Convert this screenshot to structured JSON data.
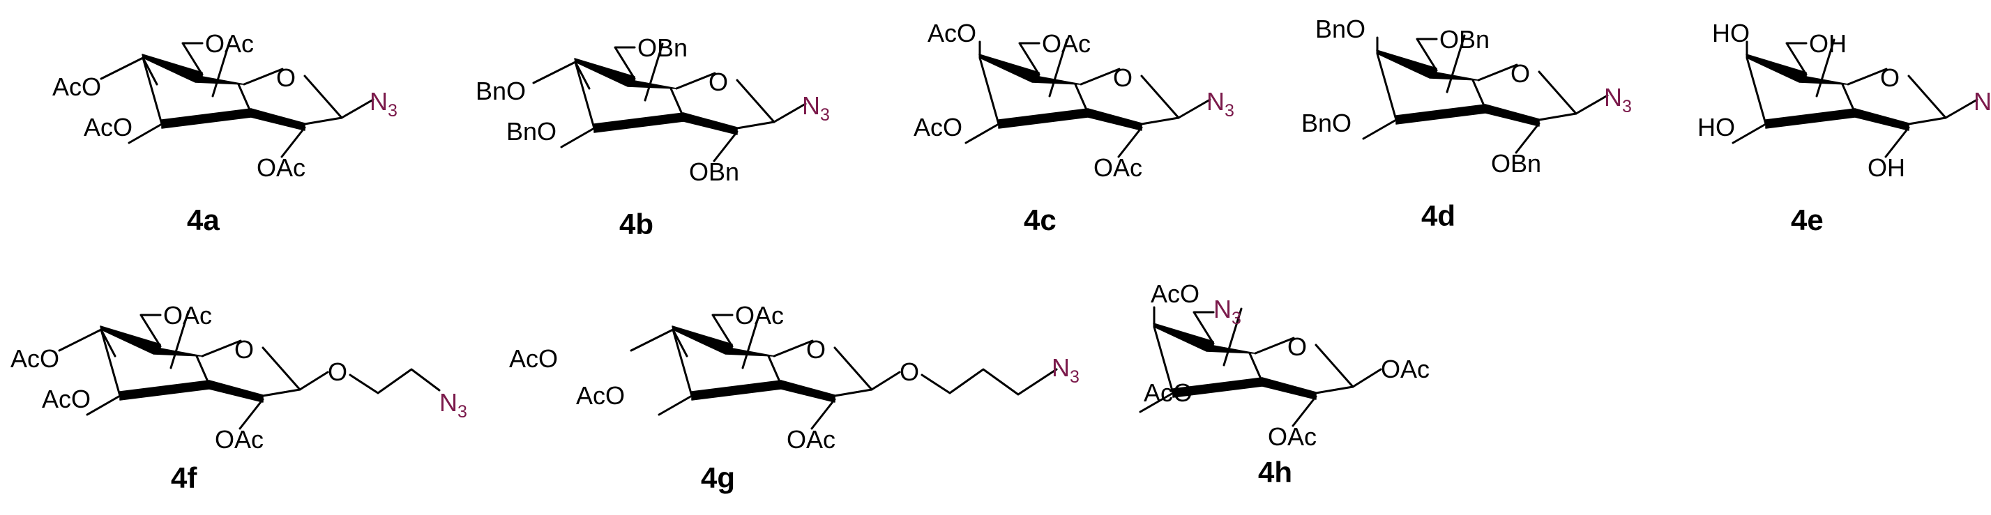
{
  "colors": {
    "azide": "#7b1a4b",
    "ink": "#000000"
  },
  "common": {
    "oxygen": "O",
    "azide_main": "N",
    "azide_sub": "3"
  },
  "compounds": {
    "c4a": {
      "id": "4a",
      "c6": "OAc",
      "c4": "AcO",
      "c3": "AcO",
      "c2": "OAc"
    },
    "c4b": {
      "id": "4b",
      "c6": "OBn",
      "c4": "BnO",
      "c3": "BnO",
      "c2": "OBn"
    },
    "c4c": {
      "id": "4c",
      "c6": "OAc",
      "c4": "AcO",
      "c3": "AcO",
      "c2": "OAc"
    },
    "c4d": {
      "id": "4d",
      "c6": "OBn",
      "c4": "BnO",
      "c3": "BnO",
      "c2": "OBn"
    },
    "c4e": {
      "id": "4e",
      "c6": "OH",
      "c4": "HO",
      "c3": "HO",
      "c2": "OH"
    },
    "c4f": {
      "id": "4f",
      "c6": "OAc",
      "c4": "AcO",
      "c3": "AcO",
      "c2": "OAc"
    },
    "c4g": {
      "id": "4g",
      "c6": "OAc",
      "c4": "AcO",
      "c3": "AcO",
      "c2": "OAc"
    },
    "c4h": {
      "id": "4h",
      "c4": "AcO",
      "c3": "AcO",
      "c2": "OAc",
      "c1": "OAc"
    }
  }
}
